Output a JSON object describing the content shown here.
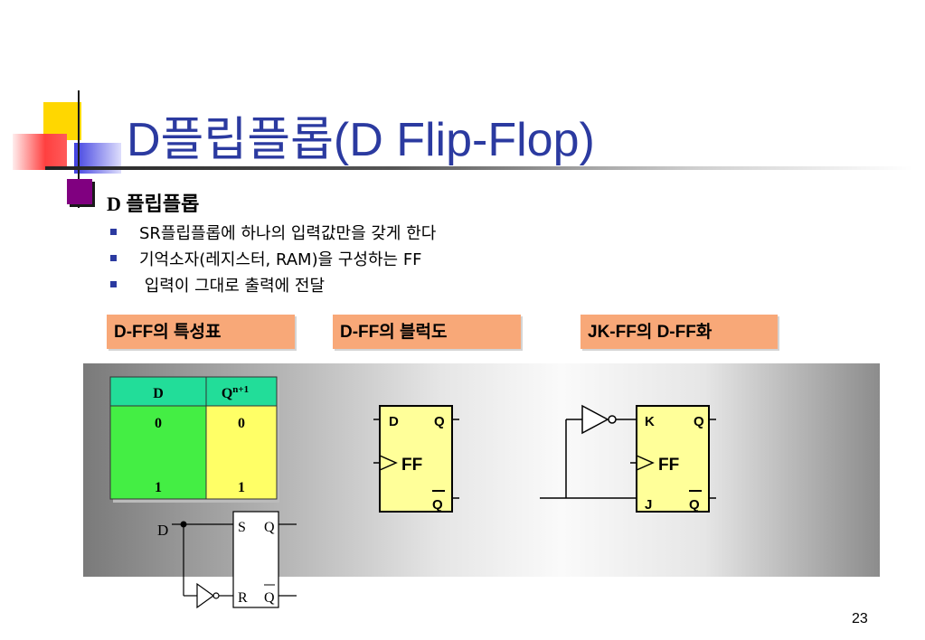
{
  "title": "D플립플롭(D Flip-Flop)",
  "heading": {
    "latin": "D",
    "korean": "플립플롭"
  },
  "bullets": [
    "SR플립플롭에 하나의 입력값만을 갖게 한다",
    "기억소자(레지스터, RAM)을 구성하는 FF",
    " 입력이 그대로 출력에 전달"
  ],
  "tags": {
    "table": "D-FF의 특성표",
    "block": "D-FF의 블럭도",
    "jk": "JK-FF의 D-FF화"
  },
  "table": {
    "col_d": "D",
    "col_q_base": "Q",
    "col_q_sup": "n+1",
    "d_values": [
      "0",
      "1"
    ],
    "q_values": [
      "0",
      "1"
    ]
  },
  "block_diagram": {
    "d": "D",
    "q": "Q",
    "ff": "FF",
    "qbar": "Q"
  },
  "jk_diagram": {
    "k": "K",
    "q": "Q",
    "ff": "FF",
    "j": "J",
    "qbar": "Q"
  },
  "sr_diagram": {
    "d": "D",
    "s": "S",
    "q": "Q",
    "r": "R",
    "qbar": "Q"
  },
  "page_number": "23",
  "colors": {
    "title": "#2b3aa0",
    "tag_bg": "#f8a878",
    "table_header": "#22dd99",
    "table_d": "#44ee44",
    "table_q": "#ffff66",
    "ff_box": "#ffff99"
  }
}
